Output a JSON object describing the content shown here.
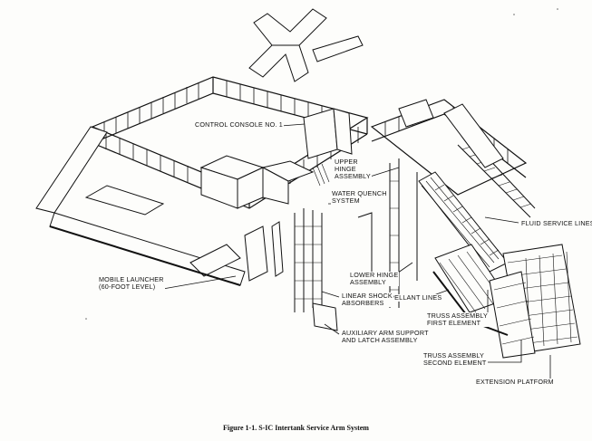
{
  "figure": {
    "caption": "Figure 1-1.   S-IC Intertank Service Arm System"
  },
  "callouts": {
    "control_console": "CONTROL CONSOLE NO. 1",
    "upper_hinge": [
      "UPPER",
      "HINGE",
      "ASSEMBLY"
    ],
    "water_quench": [
      "WATER QUENCH",
      "SYSTEM"
    ],
    "fluid_service_lines": "FLUID SERVICE LINES",
    "mobile_launcher": [
      "MOBILE LAUNCHER",
      "(60-FOOT LEVEL)"
    ],
    "lower_hinge": [
      "LOWER HINGE",
      "ASSEMBLY"
    ],
    "propellant_lines": "PROPELLANT LINES",
    "linear_shock": [
      "LINEAR SHOCK",
      "ABSORBERS"
    ],
    "truss_first": [
      "TRUSS ASSEMBLY",
      "FIRST ELEMENT"
    ],
    "aux_arm": [
      "AUXILIARY ARM SUPPORT",
      "AND LATCH ASSEMBLY"
    ],
    "truss_second": [
      "TRUSS ASSEMBLY",
      "SECOND ELEMENT"
    ],
    "extension_platform": "EXTENSION PLATFORM"
  }
}
